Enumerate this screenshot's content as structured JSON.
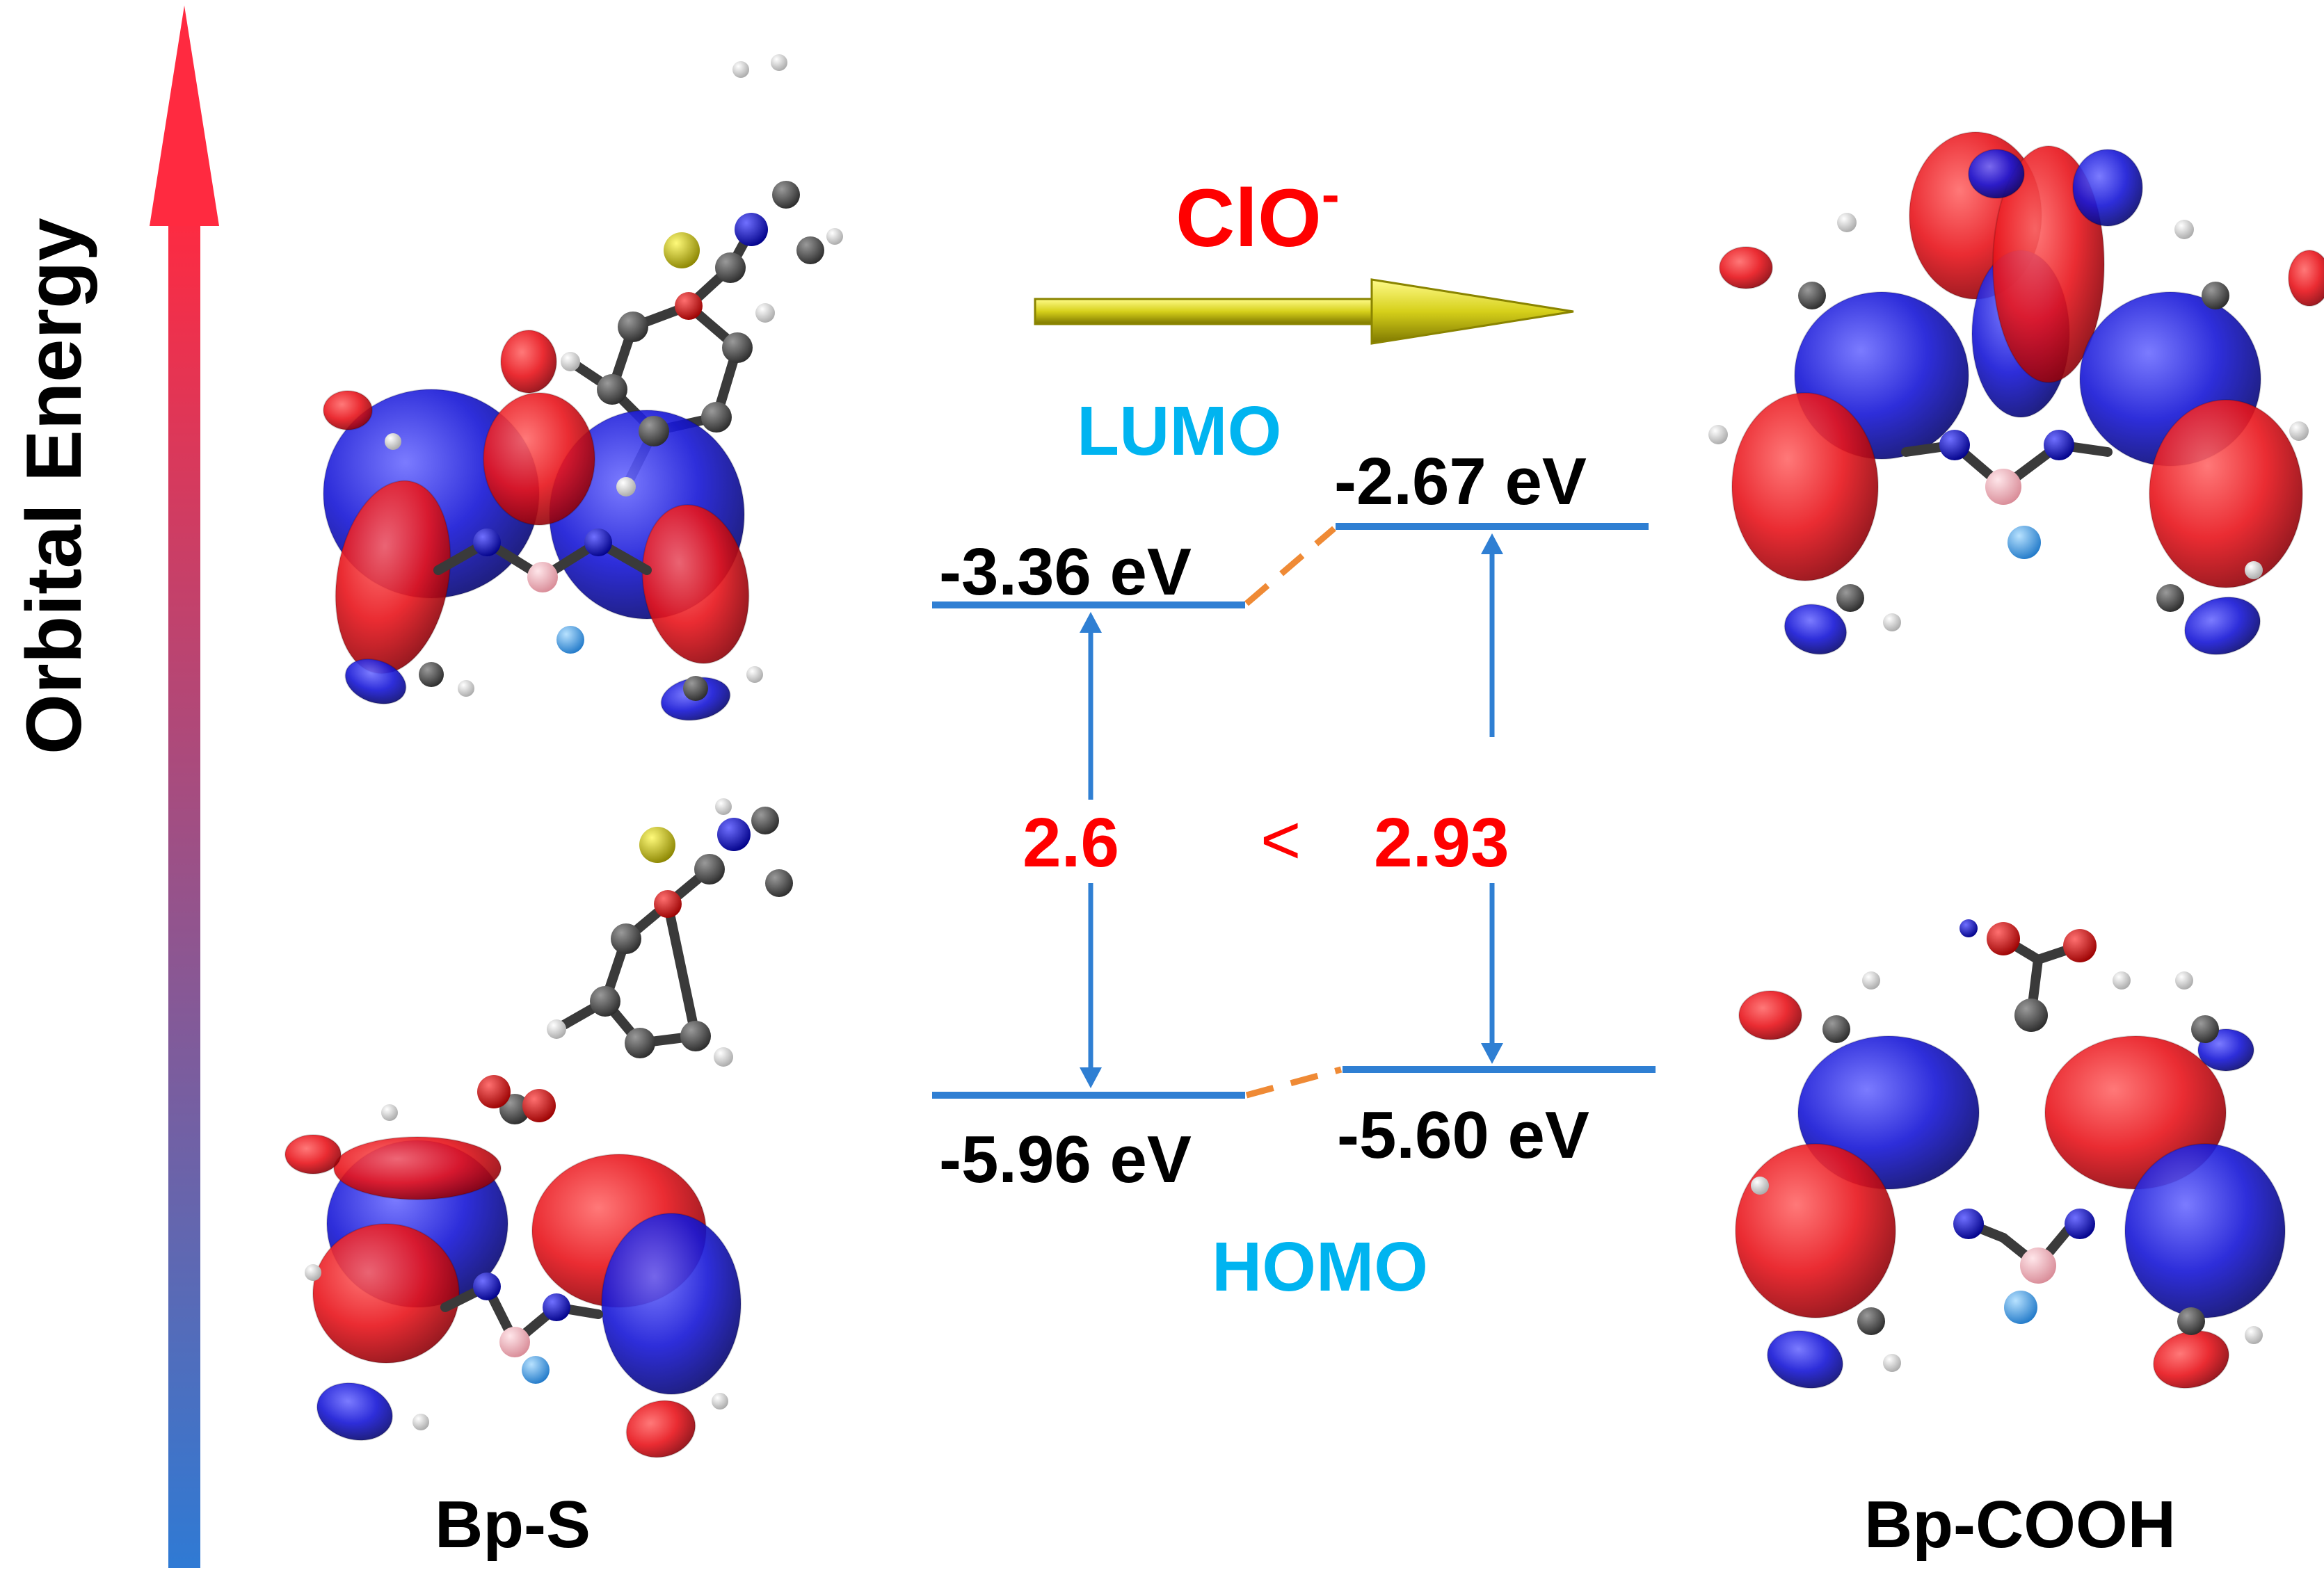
{
  "axis": {
    "label": "Orbital Energy"
  },
  "reaction": {
    "reagent": "ClO",
    "charge": "-"
  },
  "orbitals": {
    "lumo_label": "LUMO",
    "homo_label": "HOMO"
  },
  "bps": {
    "lumo_energy": "-3.36 eV",
    "homo_energy": "-5.96 eV",
    "gap": "2.6",
    "name": "Bp-S"
  },
  "bpcooh": {
    "lumo_energy": "-2.67 eV",
    "homo_energy": "-5.60 eV",
    "gap": "2.93",
    "name": "Bp-COOH"
  },
  "comparison": "<",
  "colors": {
    "level_line": "#2f7fd3",
    "connector": "#ef8a35",
    "orbital_label": "#00b4f0",
    "gap_value": "#ff0000",
    "reagent": "#ff0000",
    "reaction_arrow": "#d6d01a",
    "axis_top": "#ff2a40",
    "axis_bottom": "#2f7ad4",
    "lobe_positive": "#e8151c",
    "lobe_negative": "#1717d6",
    "carbon": "#4a4a4a",
    "hydrogen": "#ececec",
    "oxygen": "#e01010",
    "nitrogen": "#1818cc",
    "sulfur": "#c8c000",
    "boron": "#f4b8c0",
    "fluorine": "#4aa8f0"
  },
  "icons": {
    "axis_arrow": "energy-axis-arrow-icon",
    "reaction_arrow": "reaction-arrow-icon",
    "molecule": "molecular-orbital-icon"
  }
}
